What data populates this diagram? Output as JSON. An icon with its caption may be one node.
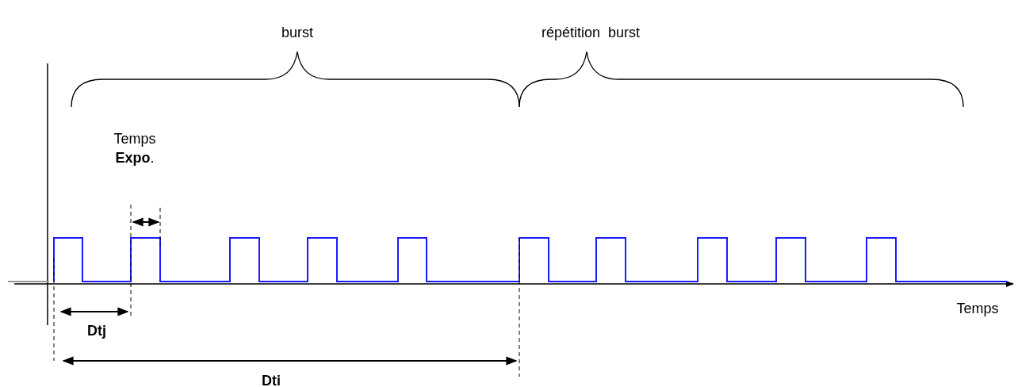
{
  "diagram": {
    "labels": [
      "burst",
      "répétition  burst",
      "Temps **Expo**.",
      "Dtj",
      "Dti",
      "Temps"
    ]
  }
}
